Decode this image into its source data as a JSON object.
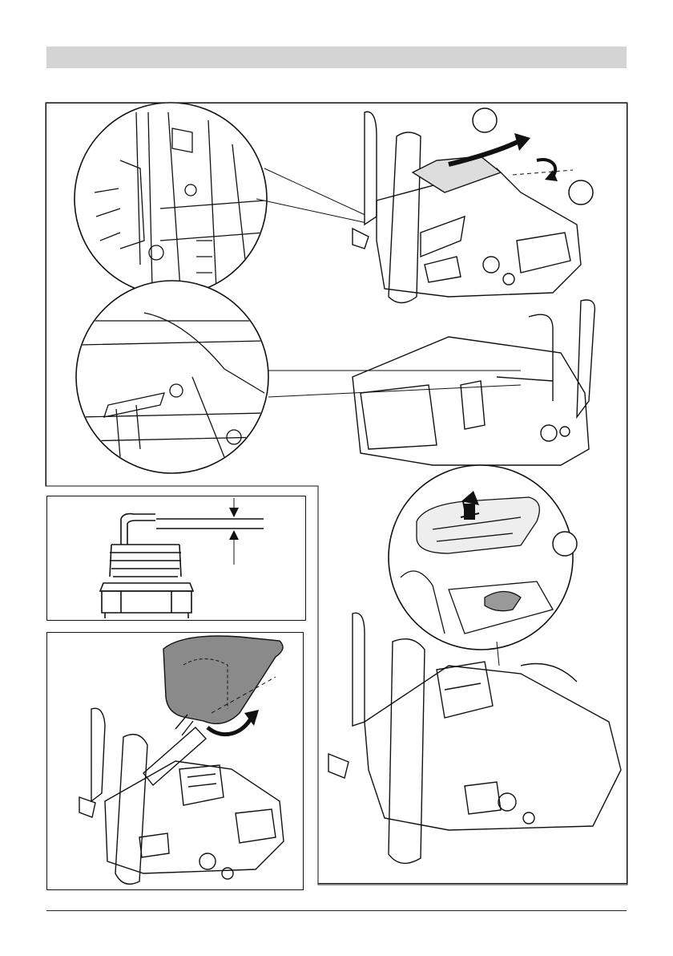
{
  "colors": {
    "header_bar": "#d4d4d4",
    "line": "#111111",
    "arrow": "#111111",
    "glove": "#8a8a8a"
  },
  "icons": [
    "callout-circle",
    "curved-arrow",
    "up-arrow",
    "rotate-arrow",
    "dimension-arrow"
  ],
  "callouts": {
    "top_a": "",
    "top_b": "",
    "cover": ""
  }
}
